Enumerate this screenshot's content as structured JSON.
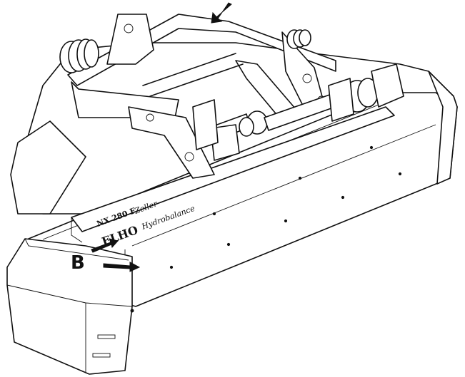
{
  "figure": {
    "callout_label": "B",
    "model_text": "NX 280 F",
    "series_text": "Zeller",
    "brand_text": "ELHO",
    "variant_text": "Hydrobalance"
  }
}
